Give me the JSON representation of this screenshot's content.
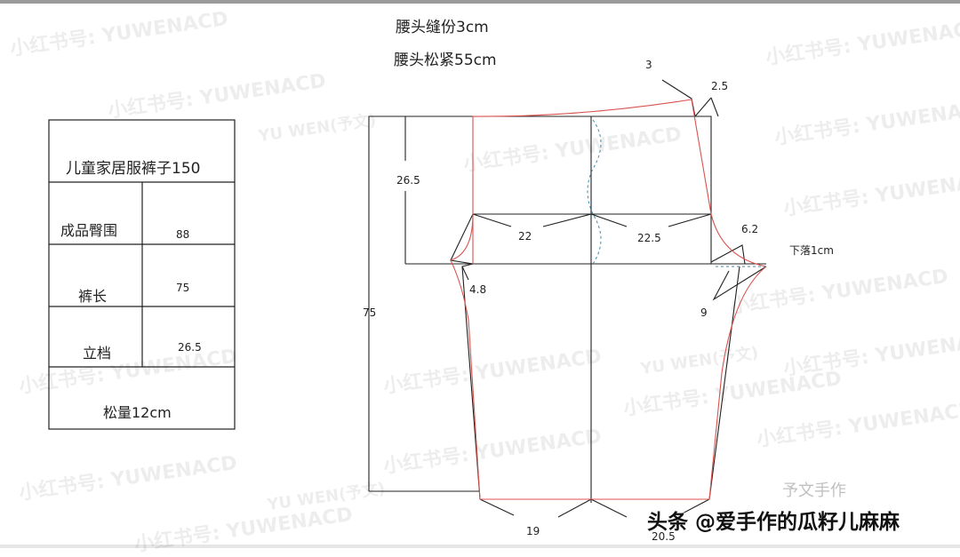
{
  "table": {
    "title": "儿童家居服裤子150",
    "rows": [
      {
        "label": "成品臀围",
        "value": "88"
      },
      {
        "label": "裤长",
        "value": "75"
      },
      {
        "label": "立档",
        "value": "26.5"
      }
    ],
    "ease": "松量12cm"
  },
  "notes": {
    "waistband_seam": "腰头缝份3cm",
    "waistband_elastic": "腰头松紧55cm"
  },
  "pattern": {
    "labels": {
      "rise": "26.5",
      "length": "75",
      "front_hip": "22",
      "back_hip": "22.5",
      "back_raise": "3",
      "waist_dart": "2.5",
      "back_crotch": "6.2",
      "drop": "下落1cm",
      "front_crotch": "4.8",
      "back_thigh": "9",
      "front_hem": "19",
      "back_hem": "20.5"
    },
    "colors": {
      "draft_line": "#222222",
      "finished_line": "#d9534f",
      "fold_line": "#3a8fb7"
    }
  },
  "watermark": {
    "line1": "YU WEN(予文)",
    "line2": "小红书号: YUWENACD",
    "brand": "予文手作"
  },
  "credit": "头条 @爱手作的瓜籽儿麻麻"
}
